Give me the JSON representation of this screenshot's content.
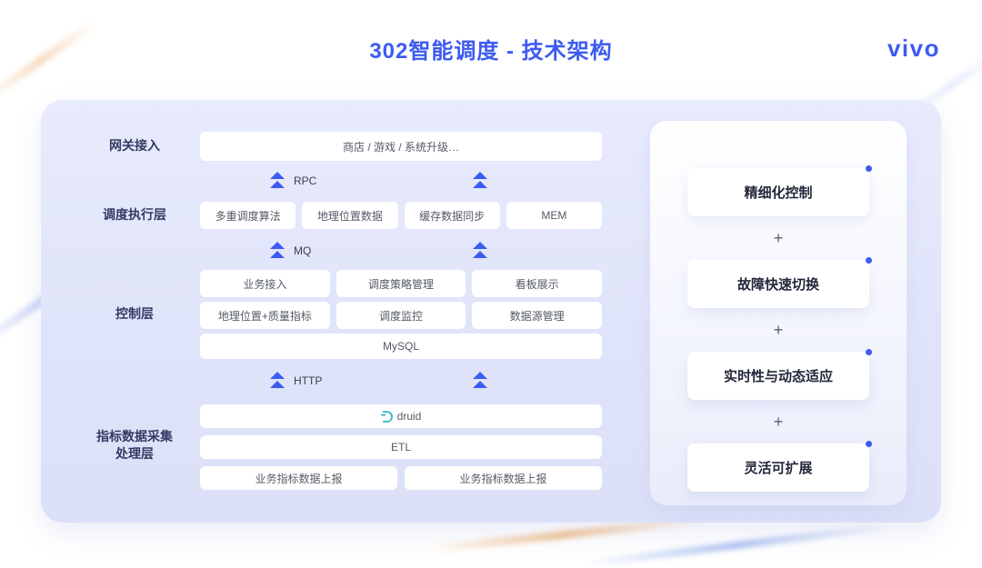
{
  "page": {
    "title": "302智能调度 - 技术架构",
    "brand": "vivo"
  },
  "colors": {
    "accent": "#3D5BF0",
    "panel_bg": "#E2E6FA",
    "layer_label": "#333B63",
    "box_text": "#555A66",
    "druid_teal": "#26B8C5"
  },
  "architecture": {
    "gateway": {
      "label": "网关接入",
      "box": "商店 / 游戏 / 系统升级…"
    },
    "connector_rpc": "RPC",
    "exec_layer": {
      "label": "调度执行层",
      "boxes": [
        "多重调度算法",
        "地理位置数据",
        "缓存数据同步",
        "MEM"
      ]
    },
    "connector_mq": "MQ",
    "control_layer": {
      "label": "控制层",
      "row1": [
        "业务接入",
        "调度策略管理",
        "看板展示"
      ],
      "row2": [
        "地理位置+质量指标",
        "调度监控",
        "数据源管理"
      ],
      "row3": "MySQL"
    },
    "connector_http": "HTTP",
    "collection_layer": {
      "label_line1": "指标数据采集",
      "label_line2": "处理层",
      "druid": "druid",
      "etl": "ETL",
      "reports": [
        "业务指标数据上报",
        "业务指标数据上报"
      ]
    }
  },
  "features": {
    "separator": "+",
    "items": [
      "精细化控制",
      "故障快速切换",
      "实时性与动态适应",
      "灵活可扩展"
    ]
  }
}
